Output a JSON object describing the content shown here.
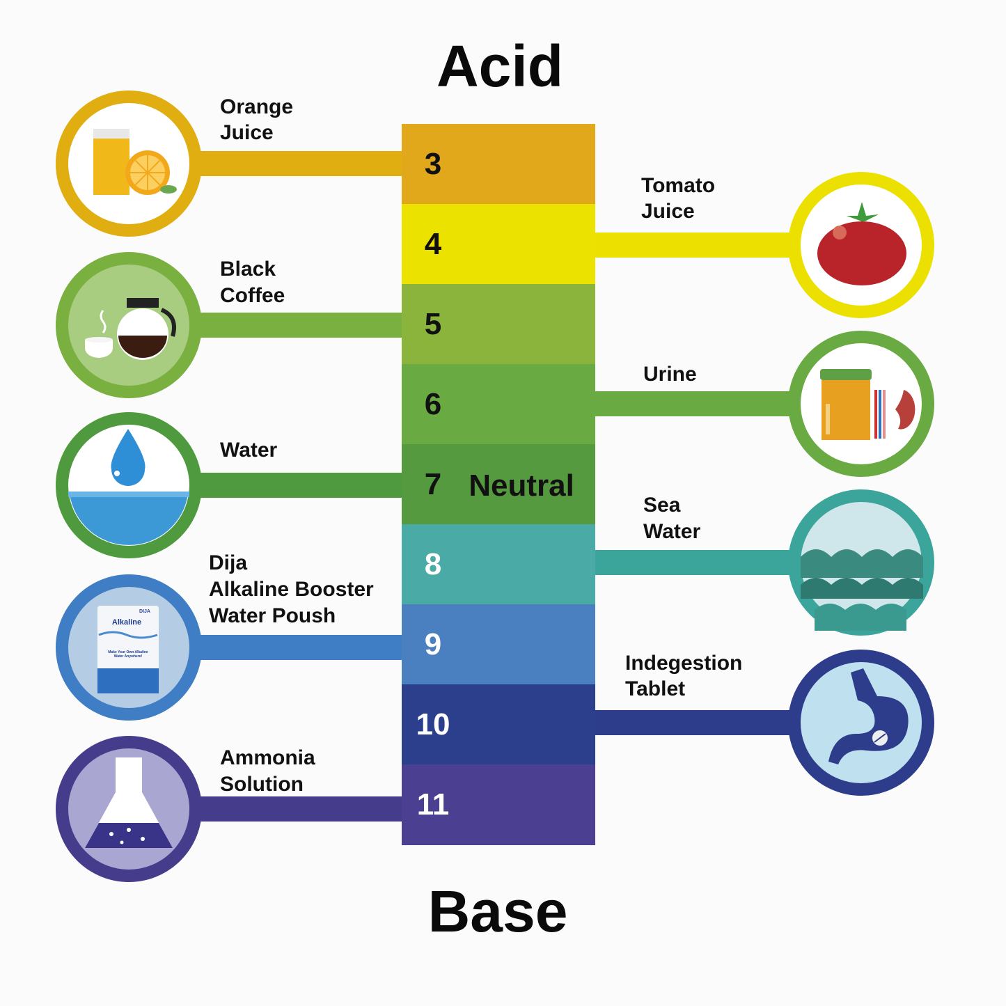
{
  "title_top": "Acid",
  "title_bottom": "Base",
  "scale": [
    {
      "ph": "3",
      "color": "#e0a81a",
      "text_color": "#111111"
    },
    {
      "ph": "4",
      "color": "#ece200",
      "text_color": "#111111"
    },
    {
      "ph": "5",
      "color": "#8ab43c",
      "text_color": "#111111"
    },
    {
      "ph": "6",
      "color": "#6aaa42",
      "text_color": "#111111"
    },
    {
      "ph": "7",
      "color": "#569a40",
      "text_color": "#111111",
      "note": "Neutral"
    },
    {
      "ph": "8",
      "color": "#4aaba6",
      "text_color": "#ffffff"
    },
    {
      "ph": "9",
      "color": "#4a7fc0",
      "text_color": "#ffffff"
    },
    {
      "ph": "10",
      "color": "#2b3f8c",
      "text_color": "#ffffff"
    },
    {
      "ph": "11",
      "color": "#4a3f90",
      "text_color": "#ffffff"
    }
  ],
  "left_items": [
    {
      "lines": [
        "Orange",
        "Juice"
      ],
      "icon": "orange-juice-icon",
      "ring": "#e0ae10",
      "fill": "#ffffff"
    },
    {
      "lines": [
        "Black",
        "Coffee"
      ],
      "icon": "coffee-icon",
      "ring": "#7ab040",
      "fill": "#a8cc80"
    },
    {
      "lines": [
        "Water"
      ],
      "icon": "water-drop-icon",
      "ring": "#4f9a3e",
      "fill": "#ffffff"
    },
    {
      "lines": [
        "Dija",
        "Alkaline Booster",
        "Water Poush"
      ],
      "icon": "alkaline-pouch-icon",
      "ring": "#3f7ec4",
      "fill": "#b4cce4",
      "pouch_text": [
        "DIJA",
        "Alkaline",
        "Make Your Own Alkaline",
        "Water Anywhere!"
      ]
    },
    {
      "lines": [
        "Ammonia",
        "Solution"
      ],
      "icon": "flask-icon",
      "ring": "#463c8c",
      "fill": "#aaa6d2"
    }
  ],
  "right_items": [
    {
      "lines": [
        "Tomato",
        "Juice"
      ],
      "icon": "tomato-icon",
      "ring": "#ebe000",
      "fill": "#ffffff"
    },
    {
      "lines": [
        "Urine"
      ],
      "icon": "urine-kidney-icon",
      "ring": "#6aaa42",
      "fill": "#ffffff"
    },
    {
      "lines": [
        "Sea",
        "Water"
      ],
      "icon": "sea-waves-icon",
      "ring": "#3ba59c",
      "fill": "#cfe6ea"
    },
    {
      "lines": [
        "Indegestion",
        "Tablet"
      ],
      "icon": "stomach-tablet-icon",
      "ring": "#2d3d8c",
      "fill": "#bfe0ee"
    }
  ]
}
